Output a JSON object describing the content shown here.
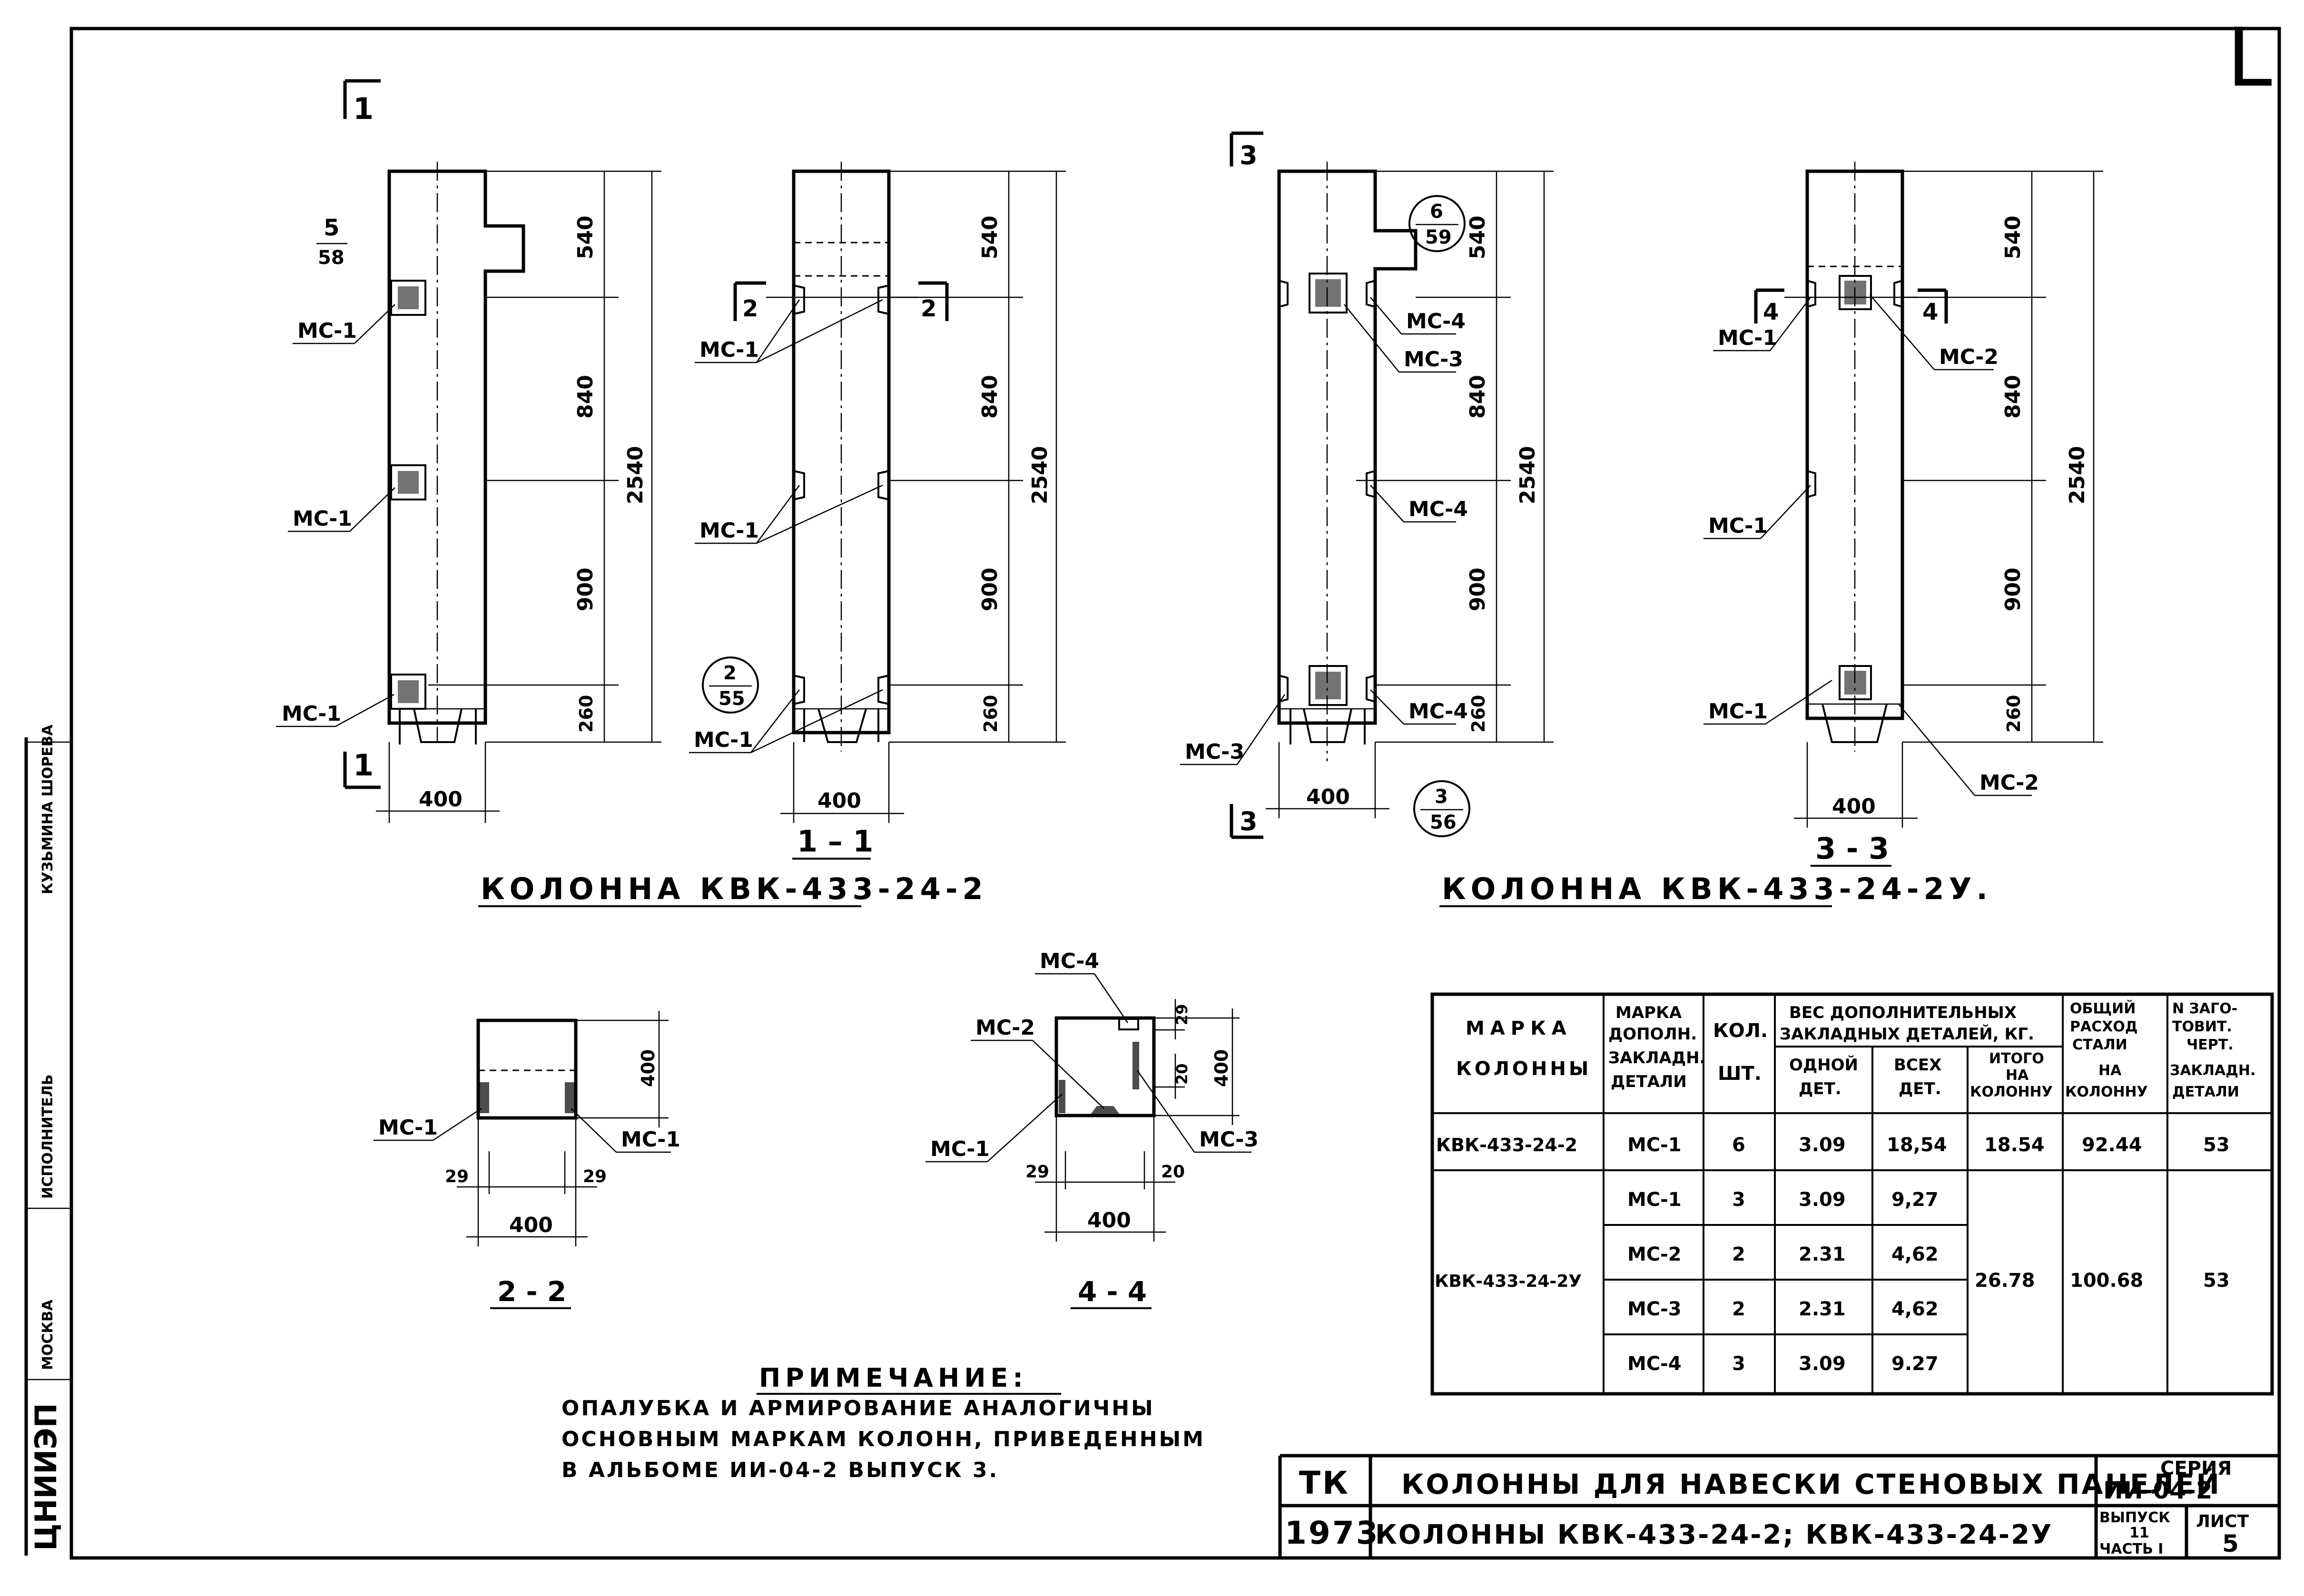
{
  "corner_mark": "L",
  "sections": {
    "s1": "1",
    "s2": "2",
    "s3": "3",
    "s4": "4",
    "s11": "1 – 1",
    "s22": "2 - 2",
    "s33": "3 - 3",
    "s44": "4 - 4"
  },
  "column1": {
    "title": "КОЛОННА КВК-433-24-2",
    "mark_top": "5",
    "mark_bot": "58",
    "balloon2_top": "2",
    "balloon2_bot": "55"
  },
  "column2": {
    "title": "КОЛОННА КВК-433-24-2У.",
    "balloon6_top": "6",
    "balloon6_bot": "59",
    "balloon3_top": "3",
    "balloon3_bot": "56"
  },
  "parts": {
    "mc1": "МС-1",
    "mc2": "МС-2",
    "mc3": "МС-3",
    "mc4": "МС-4"
  },
  "dims": {
    "d540": "540",
    "d840": "840",
    "d900": "900",
    "d260": "260",
    "d2540": "2540",
    "d400": "400",
    "d29": "29",
    "d20": "20"
  },
  "note": {
    "heading": "ПРИМЕЧАНИЕ:",
    "lines": [
      "ОПАЛУБКА И АРМИРОВАНИЕ АНАЛОГИЧНЫ",
      "ОСНОВНЫМ МАРКАМ КОЛОНН, ПРИВЕДЕННЫМ",
      "В АЛЬБОМЕ ИИ-04-2  ВЫПУСК 3."
    ]
  },
  "table": {
    "headers": {
      "col1": [
        "МАРКА",
        "КОЛОННЫ"
      ],
      "col2": [
        "МАРКА",
        "ДОПОЛН.",
        "ЗАКЛАДН.",
        "ДЕТАЛИ"
      ],
      "col3": [
        "КОЛ.",
        "ШТ."
      ],
      "group": [
        "ВЕС ДОПОЛНИТЕЛЬНЫХ",
        "ЗАКЛАДНЫХ ДЕТАЛЕЙ, КГ."
      ],
      "one": [
        "ОДНОЙ",
        "ДЕТ."
      ],
      "all": [
        "ВСЕХ",
        "ДЕТ."
      ],
      "total": [
        "ИТОГО",
        "НА",
        "КОЛОННУ"
      ],
      "steel": [
        "ОБЩИЙ",
        "РАСХОД",
        "СТАЛИ",
        "НА",
        "КОЛОННУ"
      ],
      "drawing": [
        "N ЗАГО-",
        "ТОВИТ.",
        "ЧЕРТ.",
        "ЗАКЛАДН.",
        "ДЕТАЛИ"
      ]
    },
    "group1": {
      "column": "КВК-433-24-2",
      "total": "18.54",
      "steel": "92.44",
      "drawing": "53"
    },
    "group2": {
      "column": "КВК-433-24-2У",
      "total": "26.78",
      "steel": "100.68",
      "drawing": "53"
    },
    "rows": [
      {
        "part": "МС-1",
        "qty": "6",
        "one": "3.09",
        "all": "18,54"
      },
      {
        "part": "МС-1",
        "qty": "3",
        "one": "3.09",
        "all": "9,27"
      },
      {
        "part": "МС-2",
        "qty": "2",
        "one": "2.31",
        "all": "4,62"
      },
      {
        "part": "МС-3",
        "qty": "2",
        "one": "2.31",
        "all": "4,62"
      },
      {
        "part": "МС-4",
        "qty": "3",
        "one": "3.09",
        "all": "9.27"
      }
    ]
  },
  "title_block": {
    "tk": "ТК",
    "year": "1973",
    "title1": "КОЛОННЫ ДЛЯ НАВЕСКИ СТЕНОВЫХ ПАНЕЛЕЙ",
    "title2": "КОЛОННЫ КВК-433-24-2;  КВК-433-24-2У",
    "series_label": "СЕРИЯ",
    "series_value": "ИИ-04-2",
    "issue_label": "ВЫПУСК",
    "issue_value": "11",
    "part_label": "ЧАСТЬ I",
    "sheet_label": "ЛИСТ",
    "sheet_value": "5"
  },
  "side_stamp": {
    "org": "ЦНИИЭП",
    "city": "МОСКВА",
    "role": "ИСПОЛНИТЕЛЬ",
    "names": "КУЗЬМИНА ШОРЕВА"
  }
}
